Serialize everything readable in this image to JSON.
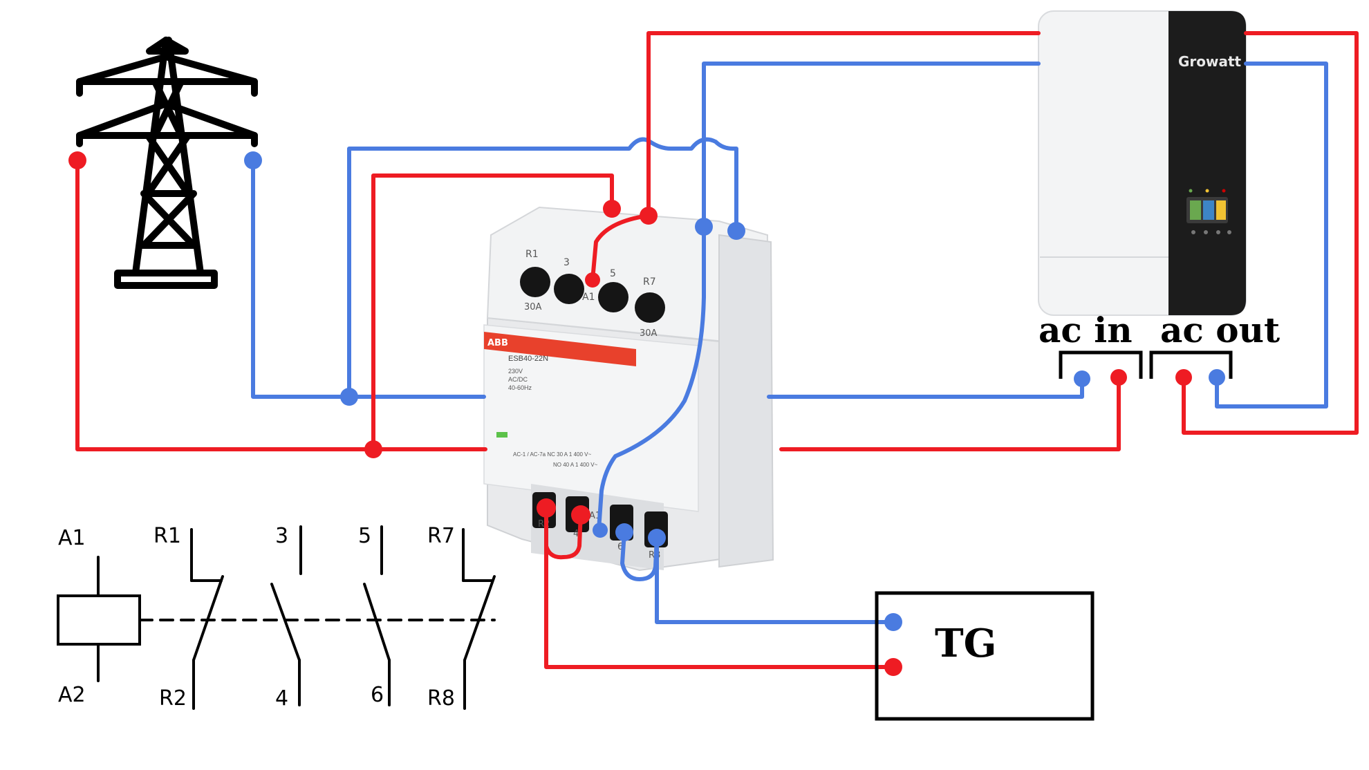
{
  "colors": {
    "live": "#ee1c23",
    "neutral": "#4a7be0",
    "black": "#000000",
    "abb_red": "#e8412c",
    "growatt_green": "#8cc63f",
    "device_body": "#e9eaec",
    "inverter_panel": "#f4f5f6",
    "inverter_dark": "#1c1c1c"
  },
  "grid": {
    "icon": "power-pylon-icon"
  },
  "contactor": {
    "brand": "ABB",
    "model": "ESB40-22N",
    "spec_lines": [
      "230V",
      "AC/DC",
      "40-60Hz"
    ],
    "rating_line1": "AC-1 / AC-7a   NC   30 A   1 400 V~",
    "rating_line2": "NO   40 A   1 400 V~",
    "top_labels": [
      "R1",
      "3",
      "5",
      "R7"
    ],
    "bottom_labels": [
      "R2",
      "4",
      "6",
      "R8"
    ],
    "a1_label": "A1",
    "amp_left": "30A",
    "amp_right": "30A"
  },
  "inverter": {
    "brand": "Growatt",
    "ac_in_label": "ac in",
    "ac_out_label": "ac out"
  },
  "panel": {
    "label": "TG"
  },
  "schematic": {
    "coil_top": "A1",
    "coil_bottom": "A2",
    "contacts_top": [
      "R1",
      "3",
      "5",
      "R7"
    ],
    "contacts_bottom": [
      "R2",
      "4",
      "6",
      "R8"
    ]
  }
}
